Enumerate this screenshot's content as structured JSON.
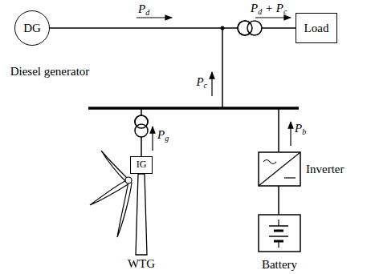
{
  "diagram": {
    "nodes": [
      {
        "text": [
          "DG"
        ]
      },
      {
        "text": [
          "Load"
        ]
      },
      {
        "text": [
          "IG"
        ]
      }
    ],
    "edges": [
      {
        "from": 0,
        "to": 1,
        "arrow": "none"
      }
    ],
    "labels": [
      "Pd",
      "Pd + Pc",
      "Pc",
      "Pg",
      "Pb",
      "Diesel generator",
      "Inverter",
      "WTG",
      "Battery"
    ]
  }
}
